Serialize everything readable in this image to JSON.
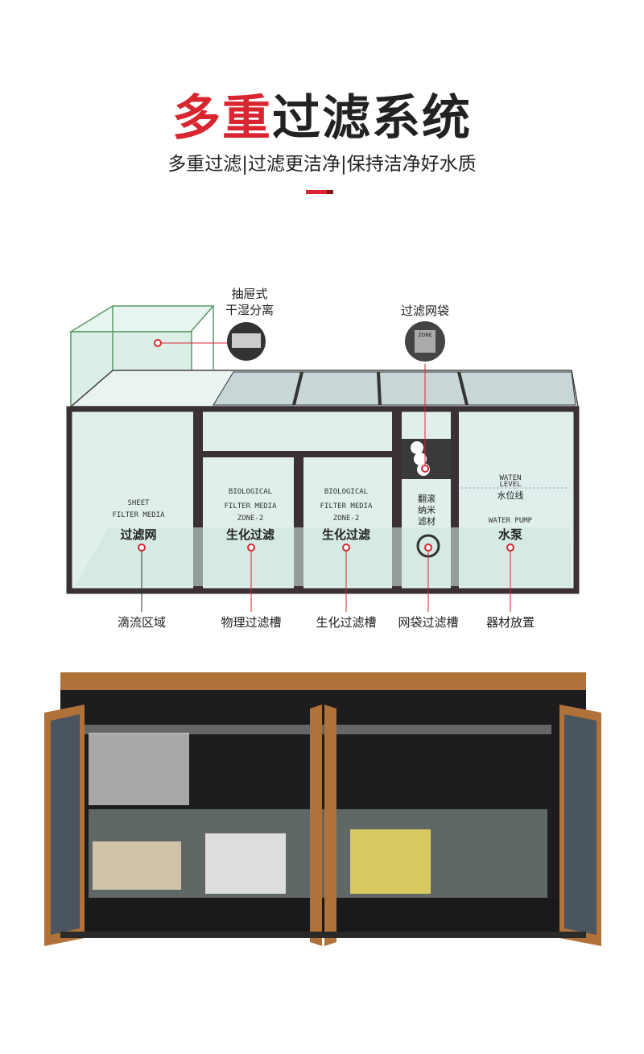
{
  "header": {
    "title_red": "多重",
    "title_rest": "过滤系统",
    "subtitle": "多重过滤|过滤更洁净|保持洁净好水质"
  },
  "callouts": {
    "drawer": [
      "抽屉式",
      "干湿分离"
    ],
    "net_bag": "过滤网袋",
    "zone_text": "ZONE"
  },
  "compartments": [
    {
      "en": [
        "SHEET",
        "FILTER MEDIA"
      ],
      "cn": "过滤网",
      "bottom": "滴流区域"
    },
    {
      "en": [
        "BIOLOGICAL",
        "FILTER MEDIA",
        "ZONE-2"
      ],
      "cn": "生化过滤",
      "bottom": "物理过滤槽"
    },
    {
      "en": [
        "BIOLOGICAL",
        "FILTER MEDIA",
        "ZONE-2"
      ],
      "cn": "生化过滤",
      "bottom": "生化过滤槽"
    },
    {
      "en": [],
      "cn_lines": [
        "翻滚",
        "纳米",
        "滤材"
      ],
      "bottom": "网袋过滤槽"
    },
    {
      "en": [
        "WATEN",
        "LEVEL"
      ],
      "level_cn": "水位线",
      "pump_en": "WATER PUMP",
      "cn": "水泵",
      "bottom": "器材放置"
    }
  ],
  "colors": {
    "accent": "#d9252f",
    "frame": "#3a3035",
    "wood": "#b07238"
  }
}
